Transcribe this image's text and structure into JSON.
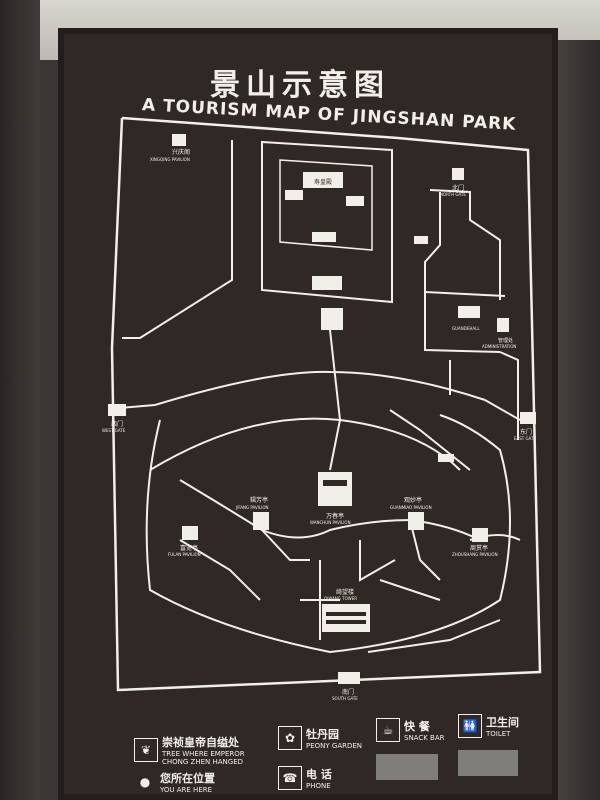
{
  "title_cn": "景山示意图",
  "title_en": "A TOURISM MAP OF JINGSHAN PARK",
  "labels": {
    "xingqing": "兴庆阁",
    "xingqing_en": "XINGQING PAVILION",
    "shoupian": "寿皇殿",
    "gate_n": "北门",
    "gate_n_en": "NORTH GATE",
    "guanderall_en": "GUANDEHALL",
    "admin": "管理处",
    "admin_en": "ADMINISTRATION",
    "west_gate": "西门",
    "west_gate_en": "WEST GATE",
    "east_gate": "东门",
    "east_gate_en": "EAST GATE",
    "jifang": "辑芳亭",
    "jifang_en": "JIFANG PAVILION",
    "guanmiao": "观妙亭",
    "guanmiao_en": "GUANMIAO PAVILION",
    "wanchun": "万春亭",
    "wanchun_en": "WANCHUN PAVILION",
    "fulan": "富览亭",
    "fulan_en": "FULAN PAVILION",
    "zhoushang": "周赏亭",
    "zhoushang_en": "ZHOUSHANG PAVILION",
    "qiwang": "绮望楼",
    "qiwang_en": "QIWANG TOWER",
    "south_gate": "南门",
    "south_gate_en": "SOUTH GATE"
  },
  "legend": {
    "tree_cn": "崇祯皇帝自缢处",
    "tree_en": "TREE WHERE EMPEROR CHONG ZHEN HANGED",
    "peony_cn": "牡丹园",
    "peony_en": "PEONY GARDEN",
    "snack_cn": "快 餐",
    "snack_en": "SNACK BAR",
    "toilet_cn": "卫生间",
    "toilet_en": "TOILET",
    "here_cn": "您所在位置",
    "here_en": "YOU ARE HERE",
    "phone_cn": "电 话",
    "phone_en": "PHONE"
  },
  "colors": {
    "board": "#2f2825",
    "line": "#f2efe9"
  }
}
